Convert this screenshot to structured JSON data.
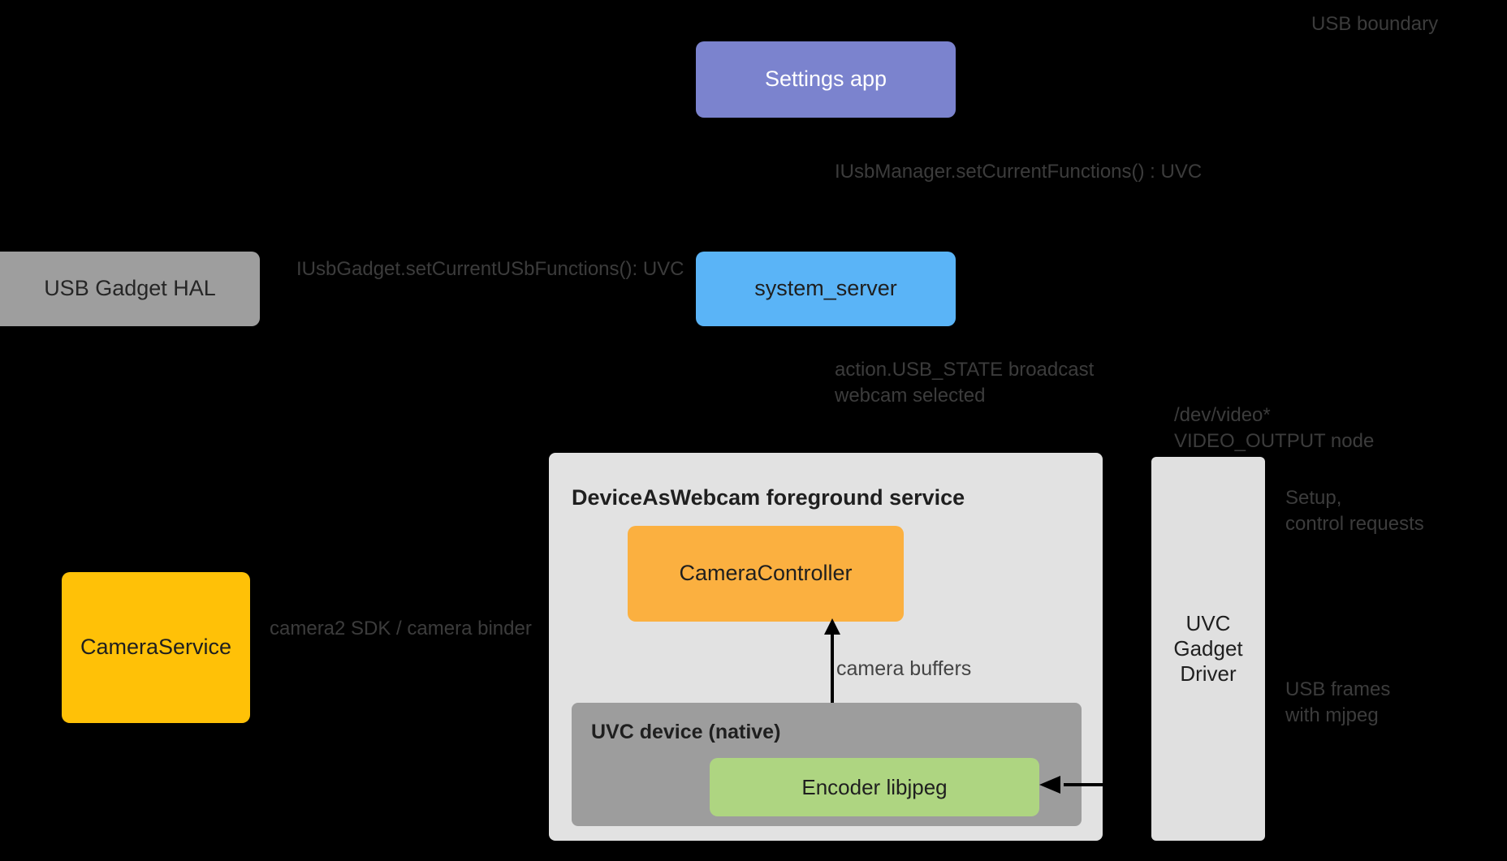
{
  "diagram": {
    "title": "DeviceAsWebcam architecture",
    "background": "#000000",
    "nodes": {
      "settings_app": {
        "label": "Settings app",
        "color": "#7b83ce",
        "text_color": "#ffffff"
      },
      "usb_gadget_hal": {
        "label": "USB Gadget HAL",
        "color": "#9e9e9e",
        "text_color": "#262626"
      },
      "system_server": {
        "label": "system_server",
        "color": "#5ab4f7",
        "text_color": "#1f1f1f"
      },
      "camera_service": {
        "label": "CameraService",
        "color": "#ffc107",
        "text_color": "#1f1f1f"
      },
      "daw_service": {
        "label": "DeviceAsWebcam foreground service",
        "color": "#e2e2e2",
        "text_color": "#1f1f1f"
      },
      "camera_controller": {
        "label": "CameraController",
        "color": "#fbb040",
        "text_color": "#1f1f1f"
      },
      "uvc_device": {
        "label": "UVC device (native)",
        "color": "#9d9d9d",
        "text_color": "#1f1f1f"
      },
      "encoder_libjpeg": {
        "label": "Encoder libjpeg",
        "color": "#aed581",
        "text_color": "#1f1f1f"
      },
      "uvc_gadget_driver": {
        "label": "UVC\nGadget\nDriver",
        "color": "#e0e0e0",
        "text_color": "#1f1f1f"
      }
    },
    "edge_labels": {
      "usb_boundary": "USB boundary",
      "iusbmanager": "IUsbManager.setCurrentFunctions() : UVC",
      "iusbgadget": "IUsbGadget.setCurrentUSbFunctions(): UVC",
      "usb_state_broadcast": "action.USB_STATE broadcast\nwebcam selected",
      "dev_video_node": "/dev/video*\nVIDEO_OUTPUT node",
      "setup_control_requests": "Setup,\ncontrol requests",
      "usb_frames_mjpeg": "USB frames\nwith mjpeg",
      "camera2_sdk": "camera2 SDK / camera binder",
      "camera_buffers": "camera buffers"
    },
    "label_color": "#3c3c3c",
    "arrow_color": "#000000"
  }
}
